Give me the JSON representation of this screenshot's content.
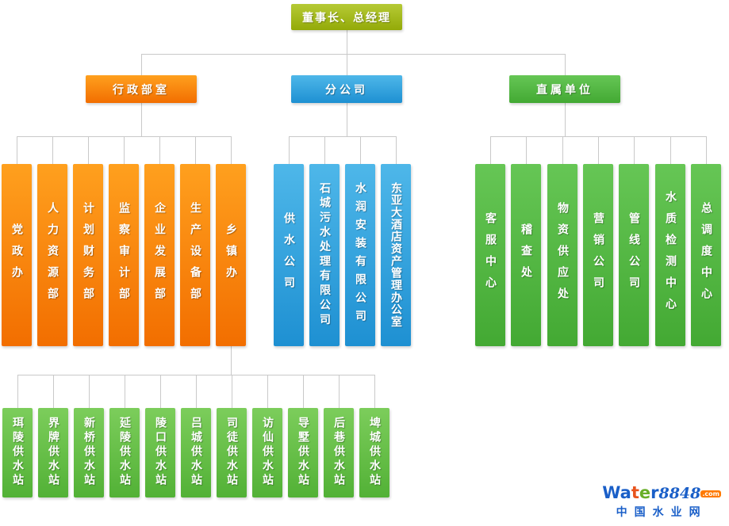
{
  "root": {
    "label": "董事长、总经理"
  },
  "branches": {
    "admin": {
      "label": "行政部室",
      "children": [
        "党政办",
        "人力资源部",
        "计划财务部",
        "监察审计部",
        "企业发展部",
        "生产设备部",
        "乡镇办"
      ]
    },
    "subsidiaries": {
      "label": "分公司",
      "children": [
        "供水公司",
        "石城污水处理有限公司",
        "水润安装有限公司",
        "东亚大酒店资产管理办公室"
      ]
    },
    "direct": {
      "label": "直属单位",
      "children": [
        "客服中心",
        "稽查处",
        "物资供应处",
        "营销公司",
        "管线公司",
        "水质检测中心",
        "总调度中心"
      ]
    },
    "township_stations": {
      "parent": "乡镇办",
      "children": [
        "珥陵供水站",
        "界牌供水站",
        "新桥供水站",
        "延陵供水站",
        "陵口供水站",
        "吕城供水站",
        "司徒供水站",
        "访仙供水站",
        "导墅供水站",
        "后巷供水站",
        "埤城供水站"
      ]
    }
  },
  "colors": {
    "root_box": "#a4ba1c",
    "admin_orange": "#f88000",
    "subsidiaries_blue": "#2f9fdc",
    "direct_green": "#4fb23e",
    "township_green": "#62bf45",
    "connector_gray": "#c9c9c9",
    "logo_blue": "#1a5fc8",
    "logo_orange": "#e8541d",
    "logo_green": "#68ae28"
  },
  "logo": {
    "word_part1": "Wa",
    "word_part2": "t",
    "word_part3": "e",
    "word_part4": "r",
    "number": "8848",
    "domain_suffix": ".com",
    "site_name": "中国水业网"
  }
}
